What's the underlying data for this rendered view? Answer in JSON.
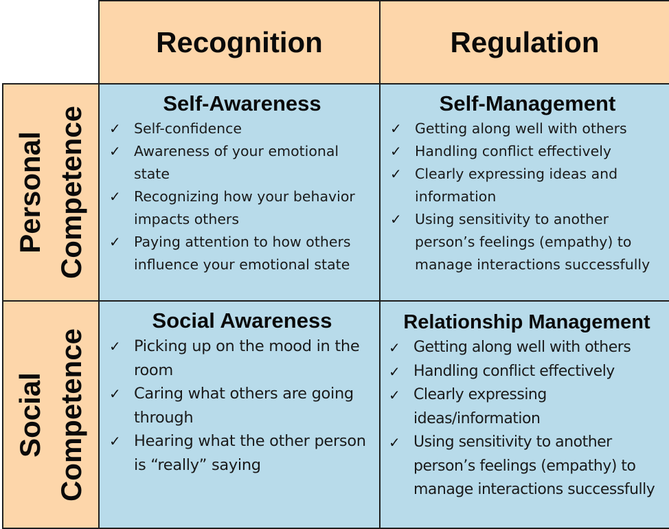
{
  "columns": {
    "recognition": "Recognition",
    "regulation": "Regulation"
  },
  "rows": {
    "personal": {
      "line1": "Personal",
      "line2": "Competence"
    },
    "social": {
      "line1": "Social",
      "line2": "Competence"
    }
  },
  "check_icon": "✓",
  "colors": {
    "header_fill": "#fdd6aa",
    "cell_fill": "#b8dbea",
    "border": "#1e1e1e"
  },
  "quadrants": {
    "self_awareness": {
      "title": "Self-Awareness",
      "items": [
        "Self-confidence",
        "Awareness of your emotional state",
        "Recognizing how your behavior impacts others",
        "Paying attention to how others influence your emotional state"
      ]
    },
    "self_management": {
      "title": "Self-Management",
      "items": [
        "Getting along well with others",
        "Handling conflict effectively",
        "Clearly expressing ideas and information",
        "Using sensitivity to another person’s feelings (empathy) to manage interactions successfully"
      ]
    },
    "social_awareness": {
      "title": "Social Awareness",
      "items": [
        "Picking up on the mood in the room",
        "Caring what others are going through",
        "Hearing what the other person is “really” saying"
      ]
    },
    "relationship_management": {
      "title": "Relationship Management",
      "items": [
        "Getting along well with others",
        "Handling conflict effectively",
        "Clearly expressing ideas/information",
        "Using sensitivity to another person’s feelings (empathy) to manage interactions successfully"
      ]
    }
  }
}
